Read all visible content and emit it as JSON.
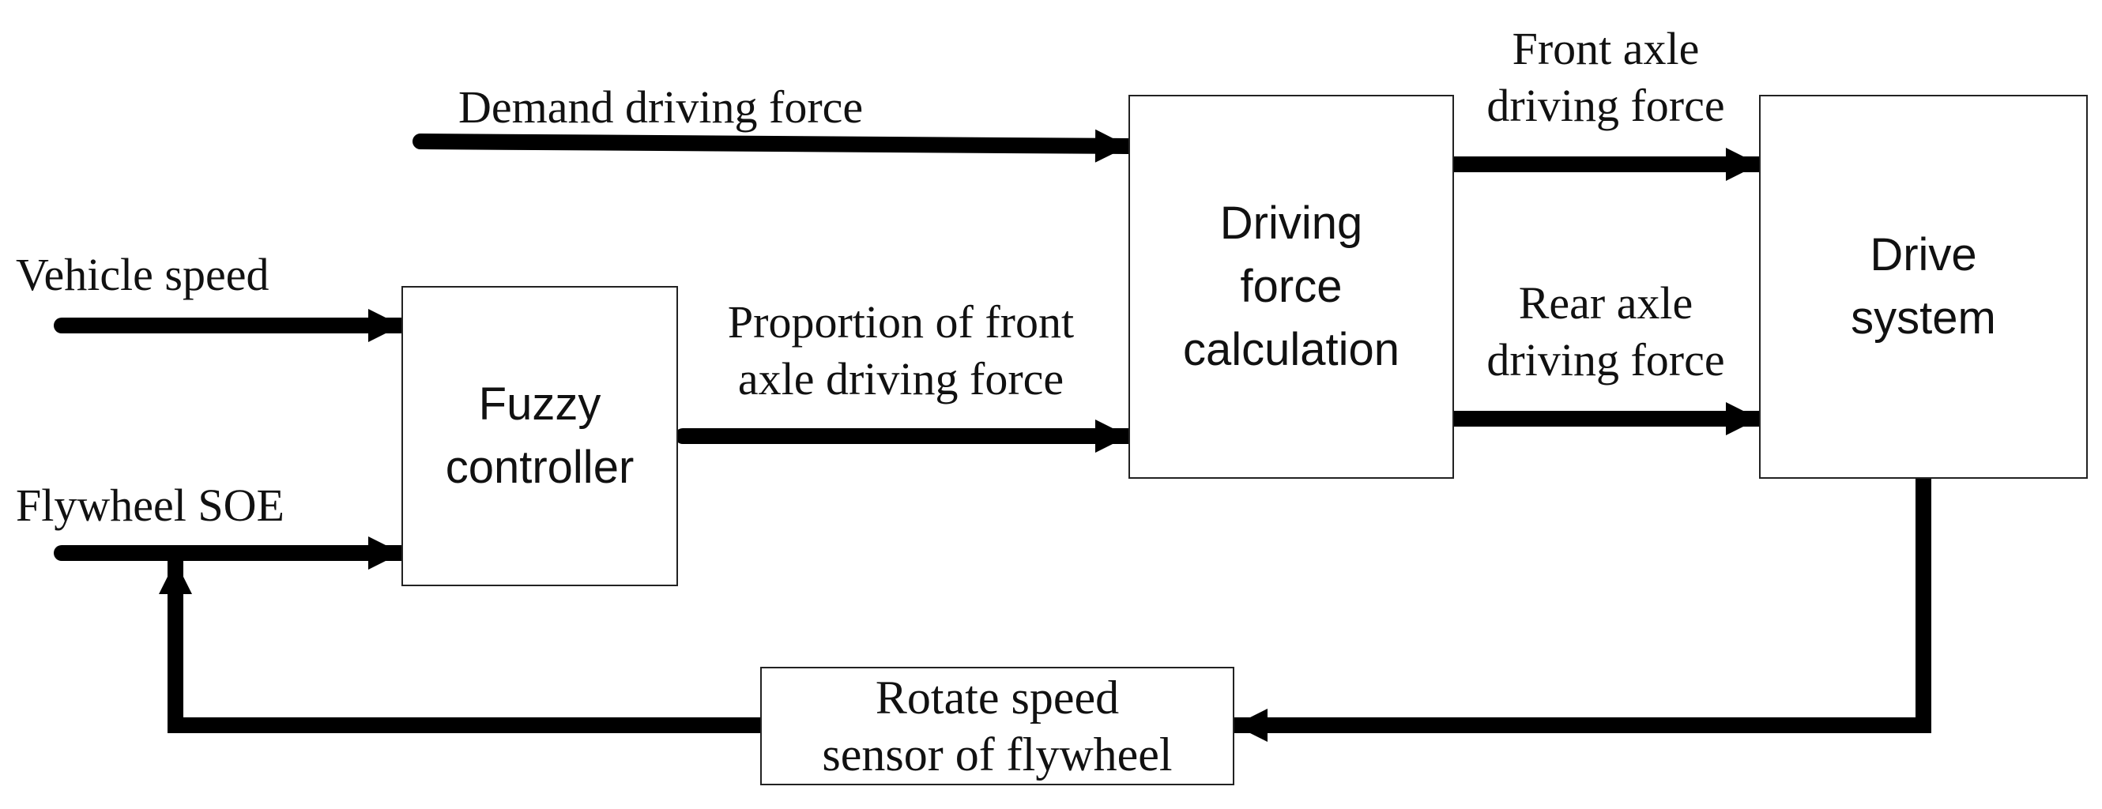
{
  "blocks": {
    "fuzzy": [
      "Fuzzy",
      "controller"
    ],
    "calc": [
      "Driving",
      "force",
      "calculation"
    ],
    "drive": [
      "Drive",
      "system"
    ],
    "sensor": [
      "Rotate speed",
      "sensor of flywheel"
    ]
  },
  "signals": {
    "demand": "Demand driving force",
    "vehicle_speed": "Vehicle speed",
    "flywheel_soe": "Flywheel SOE",
    "proportion": [
      "Proportion of front",
      "axle driving force"
    ],
    "front_axle": [
      "Front axle",
      "driving force"
    ],
    "rear_axle": [
      "Rear axle",
      "driving force"
    ]
  },
  "colors": {
    "line": "#000000",
    "border": "#222222"
  }
}
